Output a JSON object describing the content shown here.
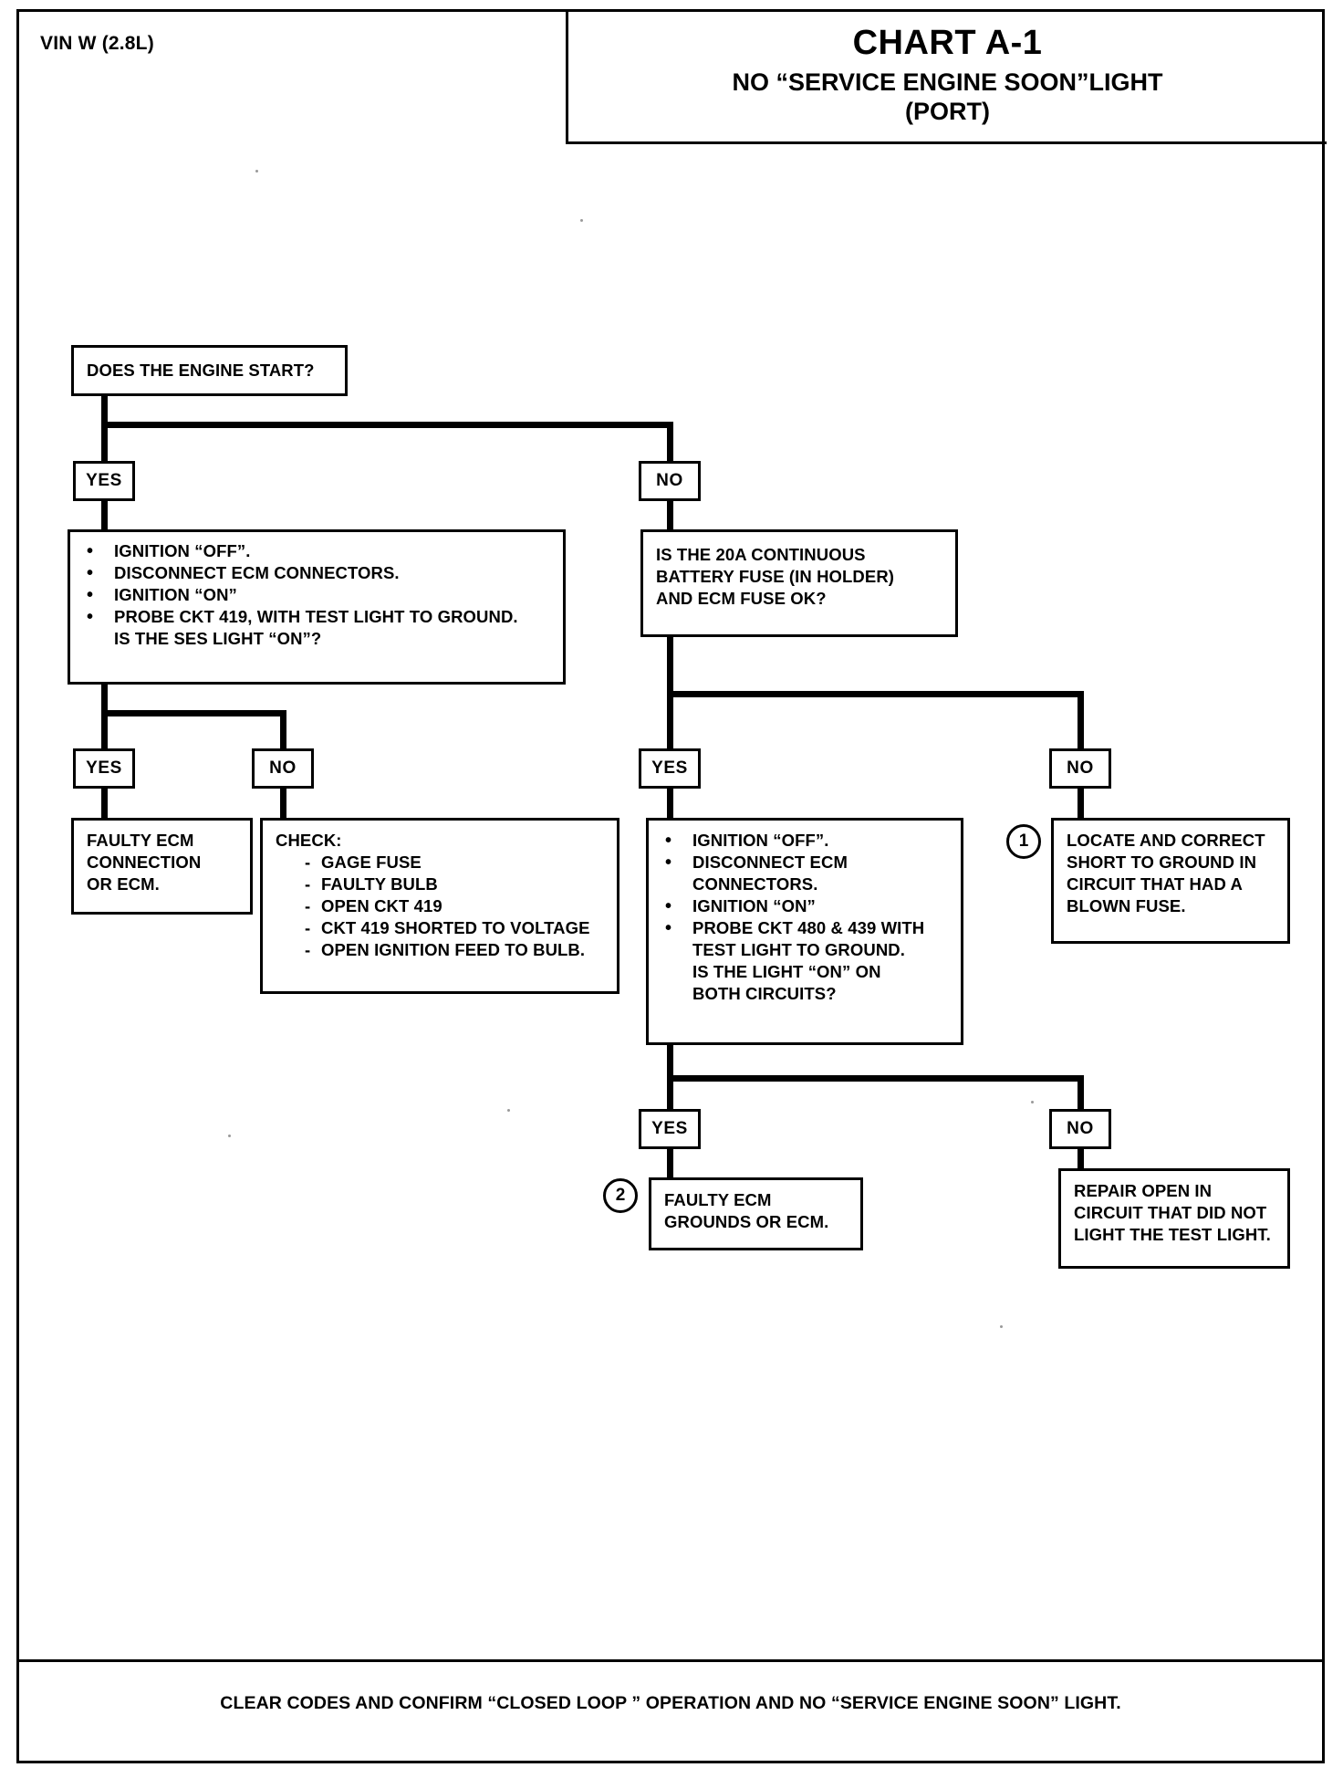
{
  "header": {
    "vin_label": "VIN W (2.8L)",
    "chart_number": "CHART A-1",
    "chart_title": "NO “SERVICE ENGINE SOON”LIGHT",
    "chart_subtitle": "(PORT)"
  },
  "nodes": {
    "start": {
      "text": "DOES THE ENGINE START?"
    },
    "start_yes": {
      "label": "YES"
    },
    "start_no": {
      "label": "NO"
    },
    "left_test": {
      "bullets": [
        "IGNITION “OFF”.",
        "DISCONNECT ECM CONNECTORS.",
        "IGNITION “ON”",
        "PROBE CKT 419, WITH TEST LIGHT TO GROUND."
      ],
      "continuation": "IS THE SES LIGHT “ON”?"
    },
    "fuse_q": {
      "lines": [
        "IS THE 20A CONTINUOUS",
        "BATTERY FUSE  (IN HOLDER)",
        "AND ECM FUSE OK?"
      ]
    },
    "left_yes": {
      "label": "YES"
    },
    "left_no": {
      "label": "NO"
    },
    "faulty_ecm_connection": {
      "lines": [
        "FAULTY ECM",
        "CONNECTION",
        "OR ECM."
      ]
    },
    "check_list": {
      "heading": "CHECK:",
      "items": [
        "GAGE FUSE",
        "FAULTY BULB",
        "OPEN CKT 419",
        "CKT 419 SHORTED TO VOLTAGE",
        "OPEN IGNITION FEED TO BULB."
      ]
    },
    "fuse_yes": {
      "label": "YES"
    },
    "fuse_no": {
      "label": "NO"
    },
    "ground_test": {
      "bullets": [
        "IGNITION “OFF”.",
        "DISCONNECT ECM",
        "IGNITION “ON”",
        "PROBE CKT 480 & 439 WITH"
      ],
      "cont_after_2": "CONNECTORS.",
      "cont_lines": [
        "TEST LIGHT TO GROUND.",
        "IS THE LIGHT “ON” ON",
        "BOTH CIRCUITS?"
      ]
    },
    "locate_short": {
      "ref": "1",
      "lines": [
        "LOCATE  AND CORRECT",
        "SHORT TO GROUND IN",
        "CIRCUIT THAT HAD A",
        "BLOWN FUSE."
      ]
    },
    "ground_yes": {
      "label": "YES"
    },
    "ground_no": {
      "label": "NO"
    },
    "faulty_grounds": {
      "ref": "2",
      "lines": [
        "FAULTY ECM",
        "GROUNDS OR ECM."
      ]
    },
    "repair_open": {
      "lines": [
        "REPAIR OPEN IN",
        "CIRCUIT THAT DID NOT",
        "LIGHT THE TEST LIGHT."
      ]
    }
  },
  "footer": {
    "text": "CLEAR CODES AND CONFIRM “CLOSED LOOP ” OPERATION AND NO “SERVICE ENGINE SOON” LIGHT."
  }
}
